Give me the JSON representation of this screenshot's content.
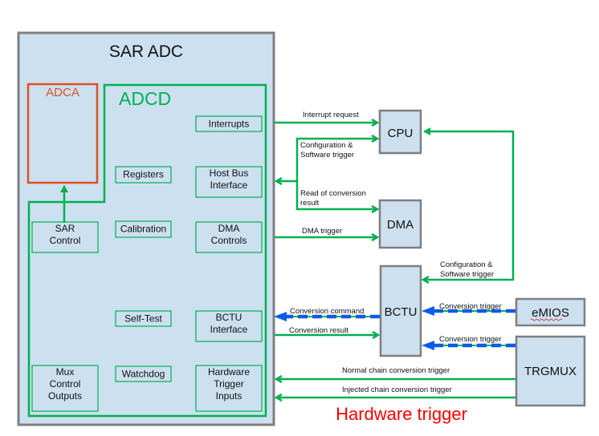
{
  "colors": {
    "block_fill": "#cce0f0",
    "block_border": "#7f7f7f",
    "adcd_green": "#00b050",
    "adca_orange": "#d9531e",
    "conversion_blue": "#0a5ce8",
    "hardware_trigger_red": "#ff0000"
  },
  "sar_adc": {
    "title": "SAR ADC",
    "adca": {
      "title": "ADCA"
    },
    "adcd": {
      "title": "ADCD"
    },
    "blocks": {
      "interrupts": [
        "Interrupts"
      ],
      "registers": [
        "Registers"
      ],
      "host_bus_interface": [
        "Host Bus",
        "Interface"
      ],
      "sar_control": [
        "SAR",
        "Control"
      ],
      "calibration": [
        "Calibration"
      ],
      "dma_controls": [
        "DMA",
        "Controls"
      ],
      "self_test": [
        "Self-Test"
      ],
      "bctu_interface": [
        "BCTU",
        "Interface"
      ],
      "mux_control_outputs": [
        "Mux",
        "Control",
        "Outputs"
      ],
      "watchdog": [
        "Watchdog"
      ],
      "hardware_trigger_inputs": [
        "Hardware",
        "Trigger",
        "Inputs"
      ]
    }
  },
  "external_blocks": {
    "cpu": "CPU",
    "dma": "DMA",
    "bctu": "BCTU",
    "emios": "eMIOS",
    "trgmux": "TRGMUX"
  },
  "signals": {
    "interrupt_request": [
      "Interrupt request"
    ],
    "config_sw_trigger_cpu": [
      "Configuration &",
      "Software trigger"
    ],
    "read_conversion_result": [
      "Read of conversion",
      "result"
    ],
    "dma_trigger": [
      "DMA trigger"
    ],
    "config_sw_trigger_bctu": [
      "Configuration &",
      "Software trigger"
    ],
    "conversion_command": [
      "Conversion command"
    ],
    "conversion_result": [
      "Conversion result"
    ],
    "conversion_trigger_emios": [
      "Conversion trigger"
    ],
    "conversion_trigger_trgmux": [
      "Conversion trigger"
    ],
    "normal_chain_trigger": [
      "Normal chain conversion trigger"
    ],
    "injected_chain_trigger": [
      "Injected chain conversion trigger"
    ]
  },
  "legend": {
    "hardware_trigger": "Hardware trigger"
  }
}
